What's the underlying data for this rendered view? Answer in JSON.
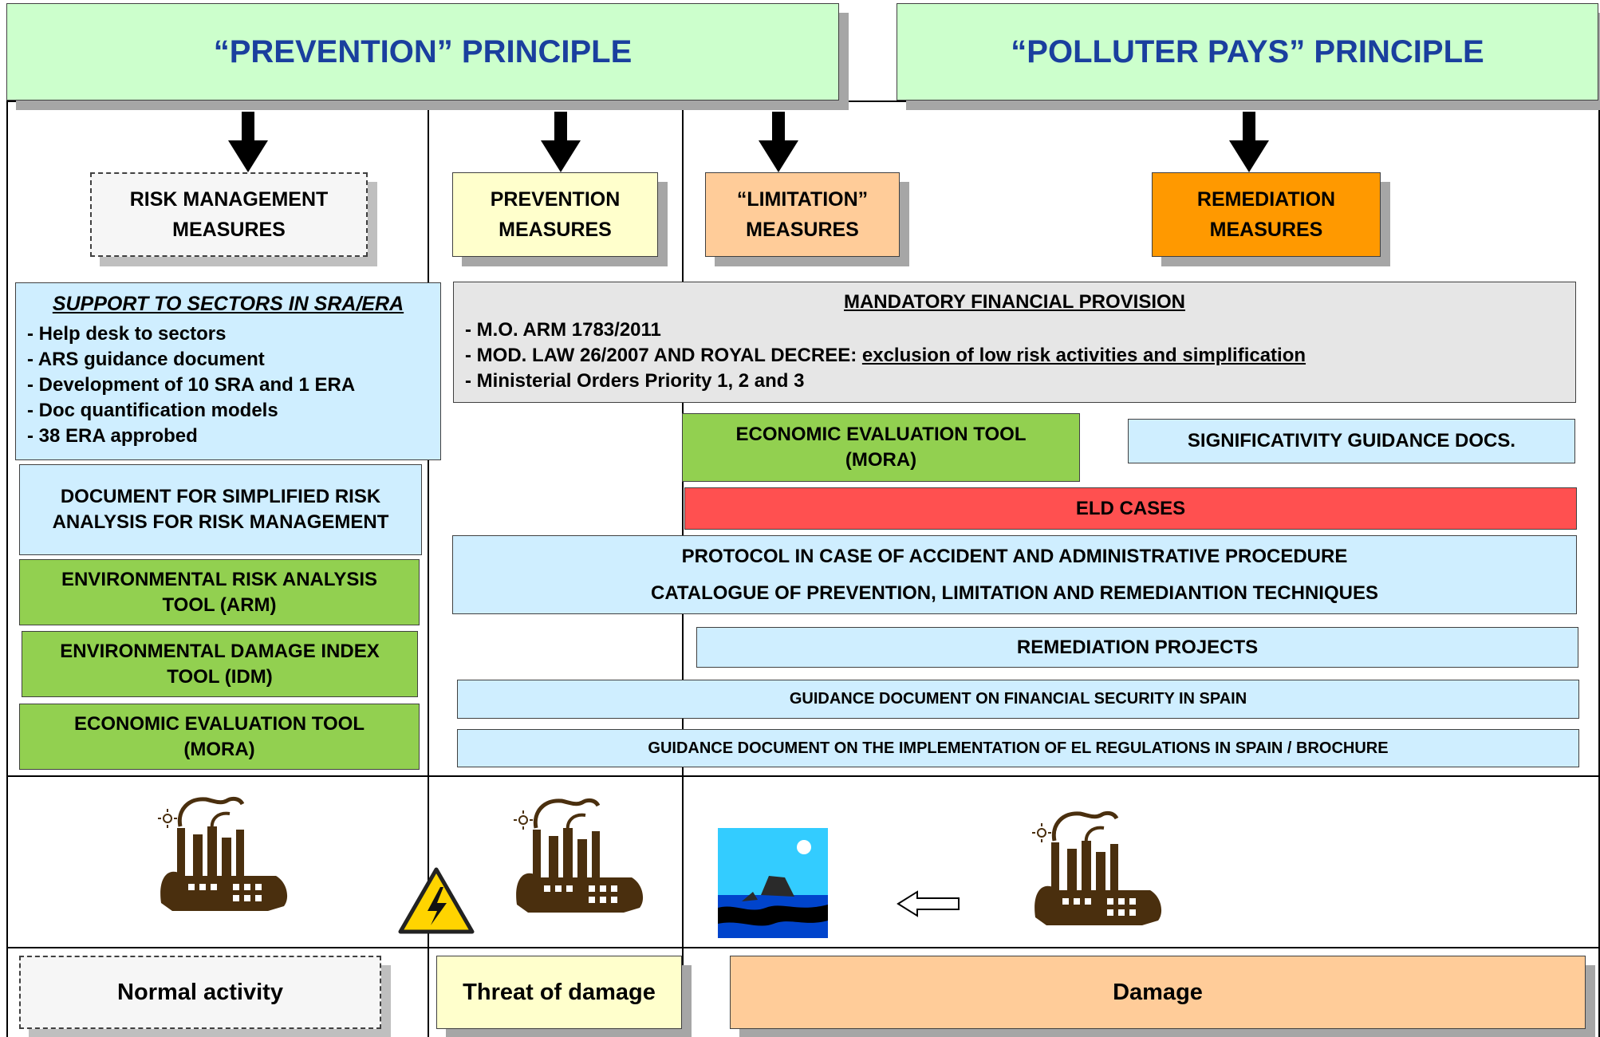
{
  "principles": {
    "prevention": "“PREVENTION” PRINCIPLE",
    "polluter": "“POLLUTER PAYS” PRINCIPLE"
  },
  "measures": {
    "risk_line1": "RISK MANAGEMENT",
    "risk_line2": "MEASURES",
    "prevention_line1": "PREVENTION",
    "prevention_line2": "MEASURES",
    "limitation_line1": "“LIMITATION”",
    "limitation_line2": "MEASURES",
    "remediation_line1": "REMEDIATION",
    "remediation_line2": "MEASURES"
  },
  "support": {
    "title": "SUPPORT TO SECTORS  IN SRA/ERA",
    "items": [
      "- Help desk to sectors",
      "- ARS guidance document",
      "- Development of  10 SRA  and 1 ERA",
      "- Doc quantification models",
      "- 38 ERA approbed"
    ]
  },
  "left_boxes": {
    "simplified": "DOCUMENT FOR SIMPLIFIED RISK ANALYSIS FOR RISK MANAGEMENT",
    "arm": "ENVIRONMENTAL RISK ANALYSIS TOOL (ARM)",
    "idm": "ENVIRONMENTAL DAMAGE INDEX TOOL (IDM)",
    "mora": "ECONOMIC EVALUATION TOOL (MORA)"
  },
  "financial": {
    "title": "MANDATORY FINANCIAL  PROVISION",
    "item1": "- M.O. ARM 1783/2011",
    "item2_prefix": "- MOD. LAW 26/2007  AND ROYAL DECREE: ",
    "item2_underlined": "exclusion of  low  risk activities and simplification",
    "item3": "- Ministerial Orders Priority 1, 2 and 3"
  },
  "right_boxes": {
    "mora_line1": "ECONOMIC EVALUATION TOOL",
    "mora_line2": "(MORA)",
    "significativity": "SIGNIFICATIVITY GUIDANCE DOCS.",
    "eld_cases": "ELD CASES",
    "protocol": "PROTOCOL IN CASE OF ACCIDENT AND ADMINISTRATIVE PROCEDURE",
    "catalogue": "CATALOGUE OF PREVENTION, LIMITATION AND REMEDIANTION TECHNIQUES",
    "remediation_projects": "REMEDIATION PROJECTS",
    "guidance_financial": "GUIDANCE DOCUMENT ON FINANCIAL SECURITY IN SPAIN",
    "guidance_el": "GUIDANCE DOCUMENT ON THE IMPLEMENTATION OF EL REGULATIONS IN SPAIN / BROCHURE"
  },
  "stages": {
    "normal": "Normal  activity",
    "threat": "Threat  of damage",
    "damage": "Damage"
  },
  "icons": [
    "factory-icon",
    "high-voltage-warning-icon",
    "oil-spill-icon",
    "left-arrow-icon"
  ],
  "colors": {
    "principle_bg": "#ccffcc",
    "principle_text": "#1a3f9e",
    "blue_box": "#cfeeff",
    "green_box": "#92d050",
    "grey_box": "#e6e6e6",
    "prevention_box": "#ffffcc",
    "limitation_box": "#ffcc99",
    "remediation_box": "#ff9900",
    "eld_box": "#ff5050"
  }
}
